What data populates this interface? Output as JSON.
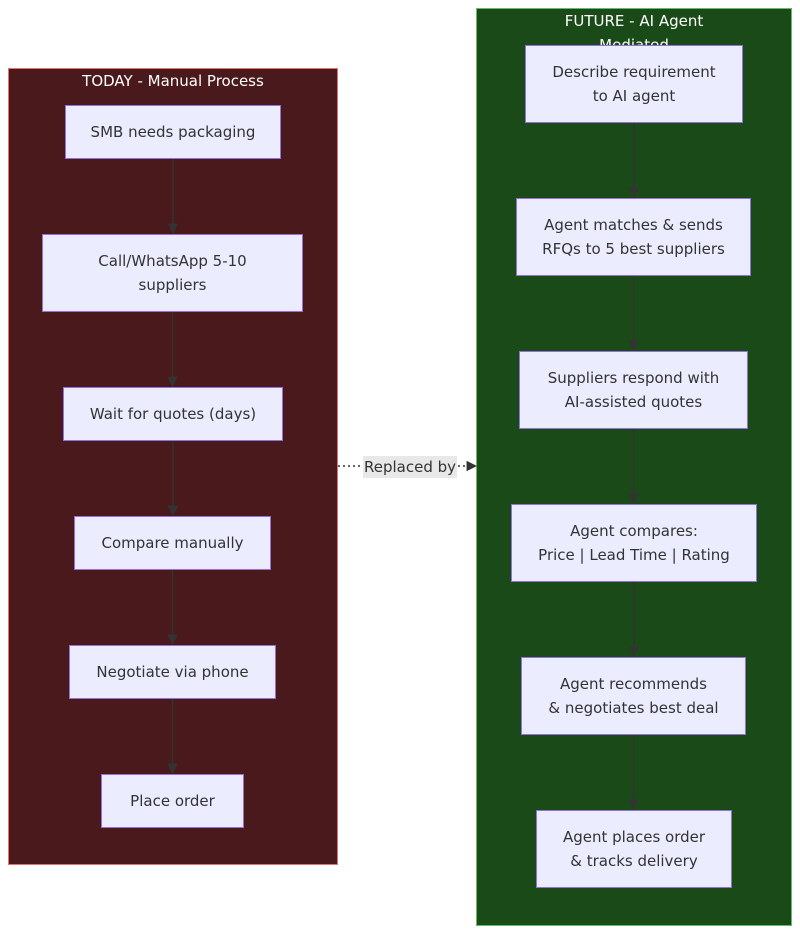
{
  "today": {
    "title": "TODAY - Manual Process",
    "steps": [
      "SMB needs packaging",
      "Call/WhatsApp 5-10\nsuppliers",
      "Wait for quotes (days)",
      "Compare manually",
      "Negotiate via phone",
      "Place order"
    ]
  },
  "future": {
    "title": "FUTURE - AI Agent\nMediated",
    "steps": [
      "Describe requirement\nto AI agent",
      "Agent matches & sends\nRFQs to 5 best suppliers",
      "Suppliers respond with\nAI-assisted quotes",
      "Agent compares:\nPrice | Lead Time | Rating",
      "Agent recommends\n& negotiates best deal",
      "Agent places order\n& tracks delivery"
    ]
  },
  "link_label": "Replaced by",
  "colors": {
    "today_fill": "#4A191B",
    "today_border": "#E57373",
    "future_fill": "#1B4A19",
    "future_border": "#66BB6A",
    "node_fill": "#ECECFF",
    "node_border": "#9370DB",
    "edge": "#333333"
  }
}
